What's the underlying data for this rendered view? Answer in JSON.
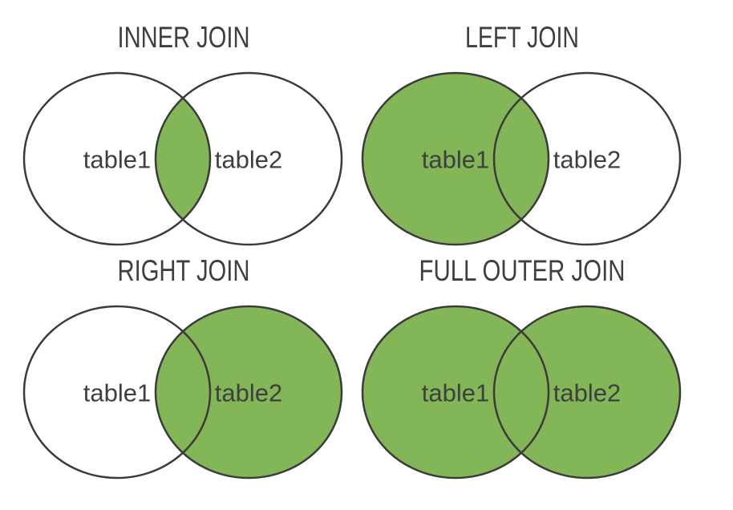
{
  "diagram": {
    "type": "sql-joins-venn-diagram",
    "background_color": "#ffffff",
    "colors": {
      "shaded": "#83B657",
      "unshaded": "#ffffff",
      "outline": "#3B3B3B",
      "text": "#3F3F3F"
    },
    "panels": [
      {
        "id": "inner-join",
        "title": "INNER JOIN",
        "left_label": "table1",
        "right_label": "table2",
        "shaded_region": "intersection"
      },
      {
        "id": "left-join",
        "title": "LEFT JOIN",
        "left_label": "table1",
        "right_label": "table2",
        "shaded_region": "left-circle"
      },
      {
        "id": "right-join",
        "title": "RIGHT JOIN",
        "left_label": "table1",
        "right_label": "table2",
        "shaded_region": "right-circle"
      },
      {
        "id": "full-outer-join",
        "title": "FULL OUTER JOIN",
        "left_label": "table1",
        "right_label": "table2",
        "shaded_region": "both-circles"
      }
    ]
  }
}
